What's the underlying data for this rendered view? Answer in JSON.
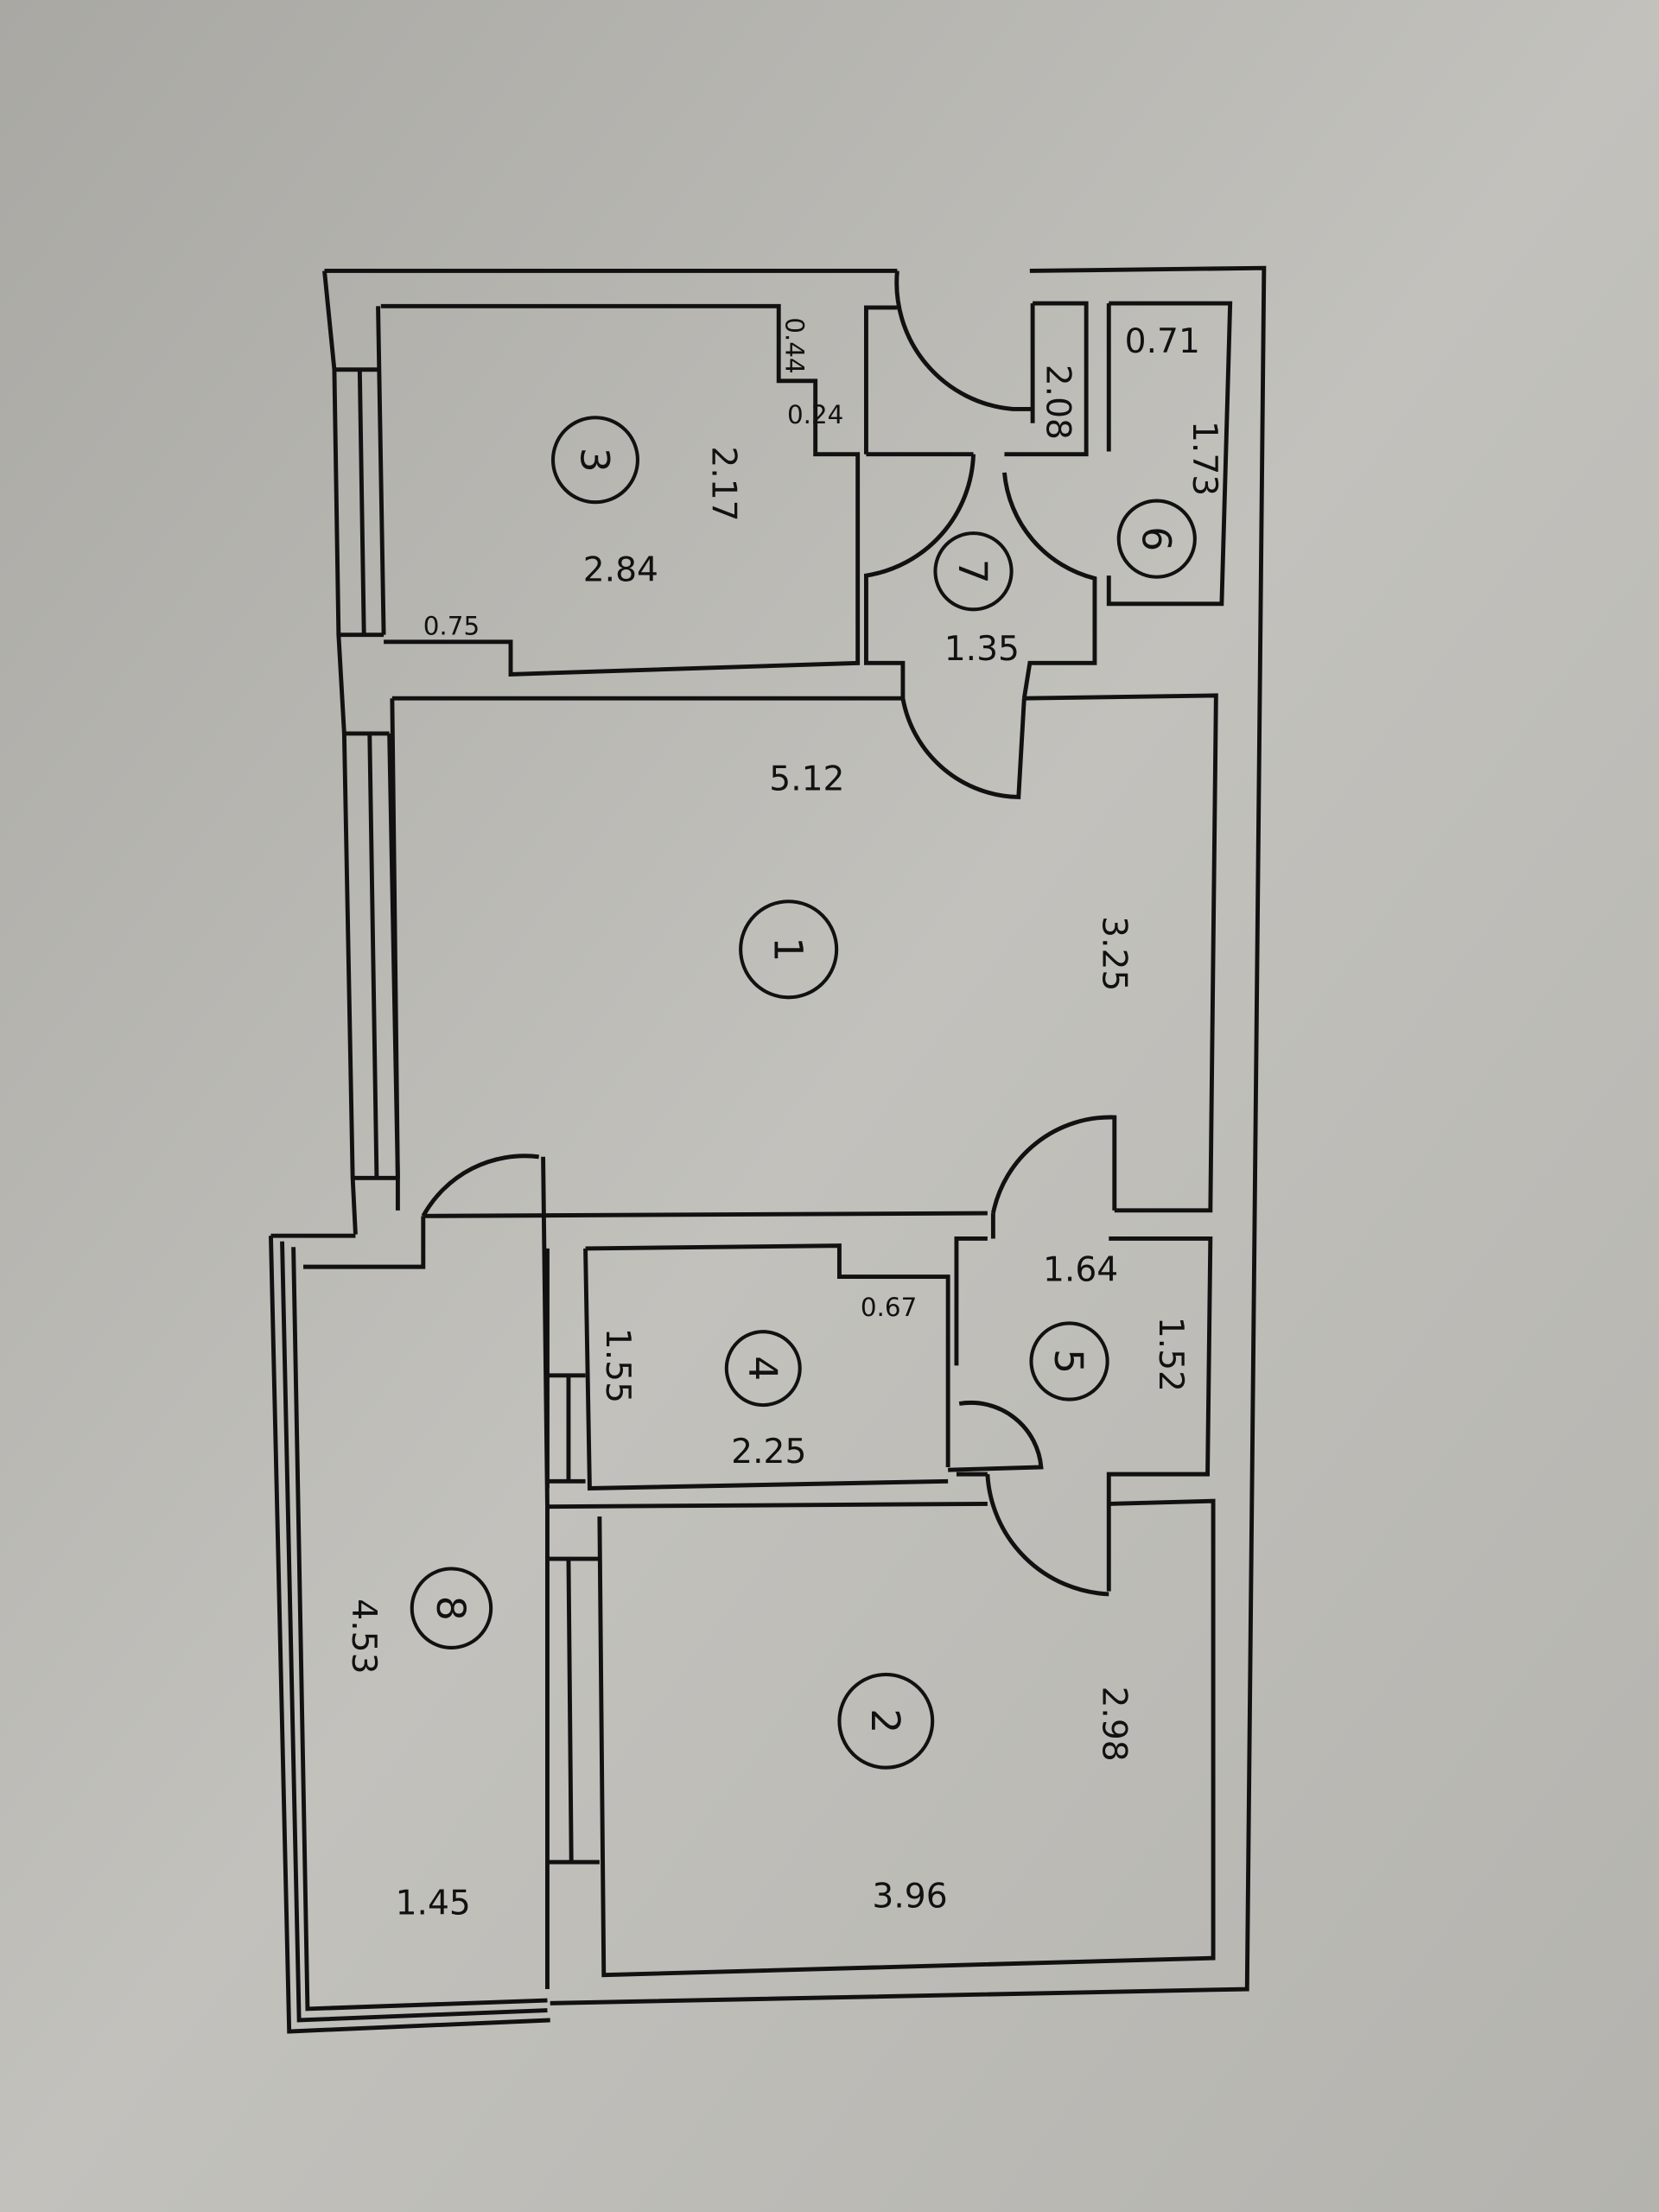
{
  "plan": {
    "rooms": [
      {
        "number": "1",
        "dims": [
          "5.12",
          "3.25"
        ]
      },
      {
        "number": "2",
        "dims": [
          "3.96",
          "2.98"
        ]
      },
      {
        "number": "3",
        "dims": [
          "2.84",
          "2.17",
          "0.75",
          "0.44",
          "0.24"
        ]
      },
      {
        "number": "4",
        "dims": [
          "2.25",
          "1.55",
          "0.67"
        ]
      },
      {
        "number": "5",
        "dims": [
          "1.64",
          "1.52"
        ]
      },
      {
        "number": "6",
        "dims": [
          "0.71",
          "1.73"
        ]
      },
      {
        "number": "7",
        "dims": [
          "1.35",
          "2.08"
        ]
      },
      {
        "number": "8",
        "dims": [
          "1.45",
          "4.53"
        ]
      }
    ]
  }
}
